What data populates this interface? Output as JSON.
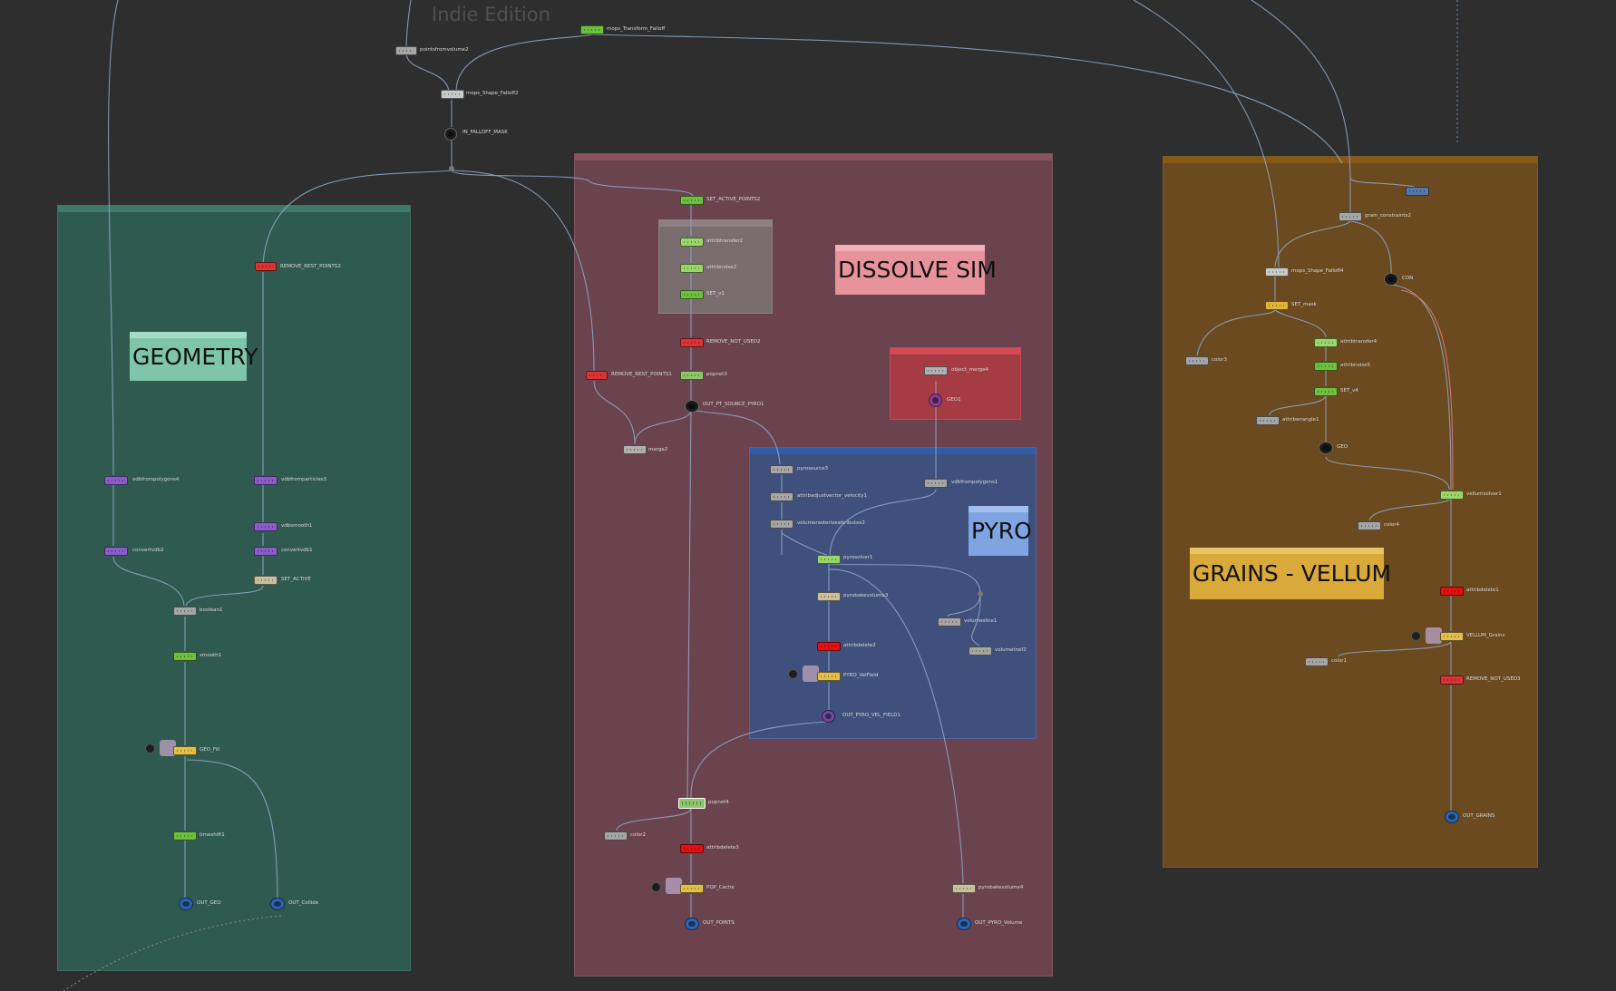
{
  "app": {
    "watermark": "Indie Edition"
  },
  "colors": {
    "background": "#2e2e2e",
    "wire": "#8fa9c7",
    "geometry_box": "#2f5a50",
    "dissolve_box": "#6b434e",
    "pyro_box": "#40507c",
    "grains_box": "#6a4a1e",
    "node_green": "#6fbf3e",
    "node_red": "#d93434",
    "node_purple": "#8a5cc8",
    "node_grey": "#a5a5a5",
    "node_yellow": "#e1c04a",
    "node_blue": "#2c64b0"
  },
  "sticky_notes": {
    "geometry": "GEOMETRY",
    "dissolve_sim": "DISSOLVE SIM",
    "pyro": "PYRO",
    "grains_vellum": "GRAINS - VELLUM"
  },
  "top_nodes": {
    "pointsfromvolume2": "pointsfromvolume2",
    "mops_transform_falloff": "mops_Transform_Falloff",
    "mops_shape_falloff2": "mops_Shape_Falloff2",
    "in_falloff_mask": "IN_FALLOFF_MASK"
  },
  "geometry_nodes": {
    "remove_rest_points2": "REMOVE_REST_POINTS2",
    "vdbfrompolygons4": "vdbfrompolygons4",
    "vdbfromparticles3": "vdbfromparticles3",
    "vdbsmooth1": "vdbsmooth1",
    "convertvdb2": "convertvdb2",
    "convertvdb1": "convertvdb1",
    "set_active": "SET_ACTIVE",
    "boolean1": "boolean1",
    "smooth1": "smooth1",
    "geo_fill": "GEO_Fill",
    "timeshift1": "timeshift1",
    "out_geo": "OUT_GEO",
    "out_collide": "OUT_Collide"
  },
  "dissolve_nodes": {
    "set_active_points2": "SET_ACTIVE_POINTS2",
    "attribtransfer2": "attribtransfer2",
    "attribnoise2": "attribnoise2",
    "set_v1": "SET_v1",
    "remove_not_used2": "REMOVE_NOT_USED2",
    "remove_rest_points1": "REMOVE_REST_POINTS1",
    "popnet3": "popnet3",
    "out_pt_source_pyro1": "OUT_PT_SOURCE_PYRO1",
    "merge2": "merge2",
    "object_merge4": "object_merge4",
    "geo1": "GEO1",
    "popnet4": "popnet4",
    "color2": "color2",
    "attribdelete3": "attribdelete3",
    "pop_cache": "POP_Cache",
    "out_points": "OUT_POINTS",
    "pyrobakevolume4": "pyrobakevolume4",
    "out_pyro_volume": "OUT_PYRO_Volume"
  },
  "pyro_nodes": {
    "pyrosource3": "pyrosource3",
    "attribadjustvector_velocity1": "attribadjustvector_velocity1",
    "volumerasterizeattributes2": "volumerasterizeattributes2",
    "vdbfrompolygons1": "vdbfrompolygons1",
    "pyrosolver1": "pyrosolver1",
    "pyrobakevolume3": "pyrobakevolume3",
    "volumeslice1": "volumeslice1",
    "volumetrail2": "volumetrail2",
    "attribdelete2": "attribdelete2",
    "pyro_velfield": "PYRO_VelField",
    "out_pyro_vel_field1": "OUT_PYRO_VEL_FIELD1"
  },
  "grains_nodes": {
    "grain_constraints2": "grain_constraints2",
    "mops_shape_falloff4": "mops_Shape_Falloff4",
    "con": "CON",
    "set_mask": "SET_mask",
    "color3": "color3",
    "attribtransfer4": "attribtransfer4",
    "attribnoise5": "attribnoise5",
    "set_v4": "SET_v4",
    "attribwrangle1": "attribwrangle1",
    "geo": "GEO",
    "vellumsolver1": "vellumsolver1",
    "color4": "color4",
    "attribdelete1": "attribdelete1",
    "vellum_grains": "VELLUM_Grains",
    "color1": "color1",
    "remove_not_used3": "REMOVE_NOT_USED3",
    "out_grains": "OUT_GRAINS"
  }
}
